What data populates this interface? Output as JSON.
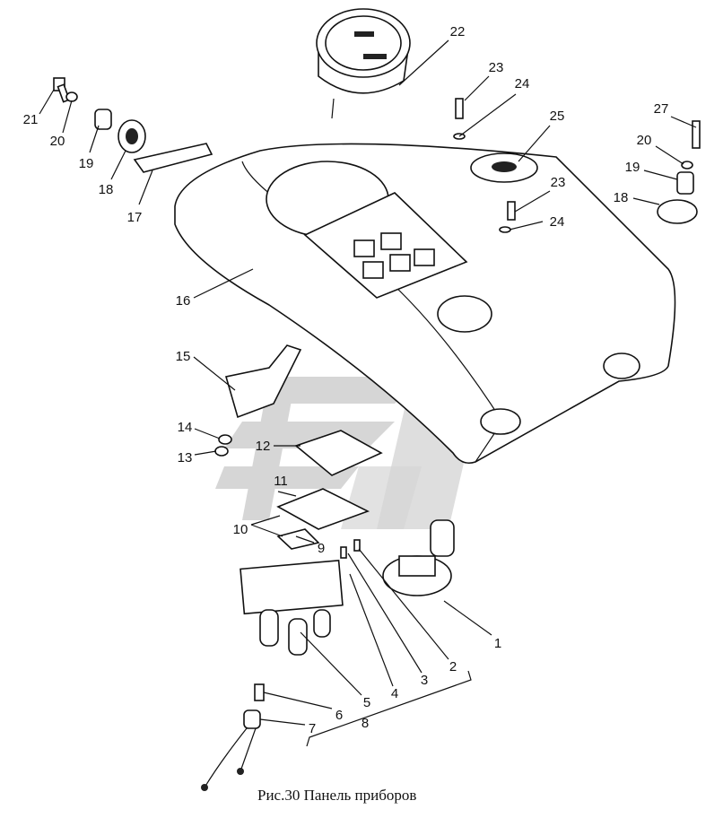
{
  "caption": "Рис.30  Панель приборов",
  "callouts": {
    "c1": "1",
    "c2": "2",
    "c3": "3",
    "c4": "4",
    "c5": "5",
    "c6": "6",
    "c7": "7",
    "c8": "8",
    "c9": "9",
    "c10": "10",
    "c11": "11",
    "c12": "12",
    "c13": "13",
    "c14": "14",
    "c15": "15",
    "c16": "16",
    "c17": "17",
    "c18": "18",
    "c19": "19",
    "c20": "20",
    "c21": "21",
    "c22": "22",
    "c23": "23",
    "c24": "24",
    "c25": "25",
    "c23b": "23",
    "c24b": "24",
    "c27": "27",
    "c20r": "20",
    "c19r": "19",
    "c18r": "18"
  }
}
